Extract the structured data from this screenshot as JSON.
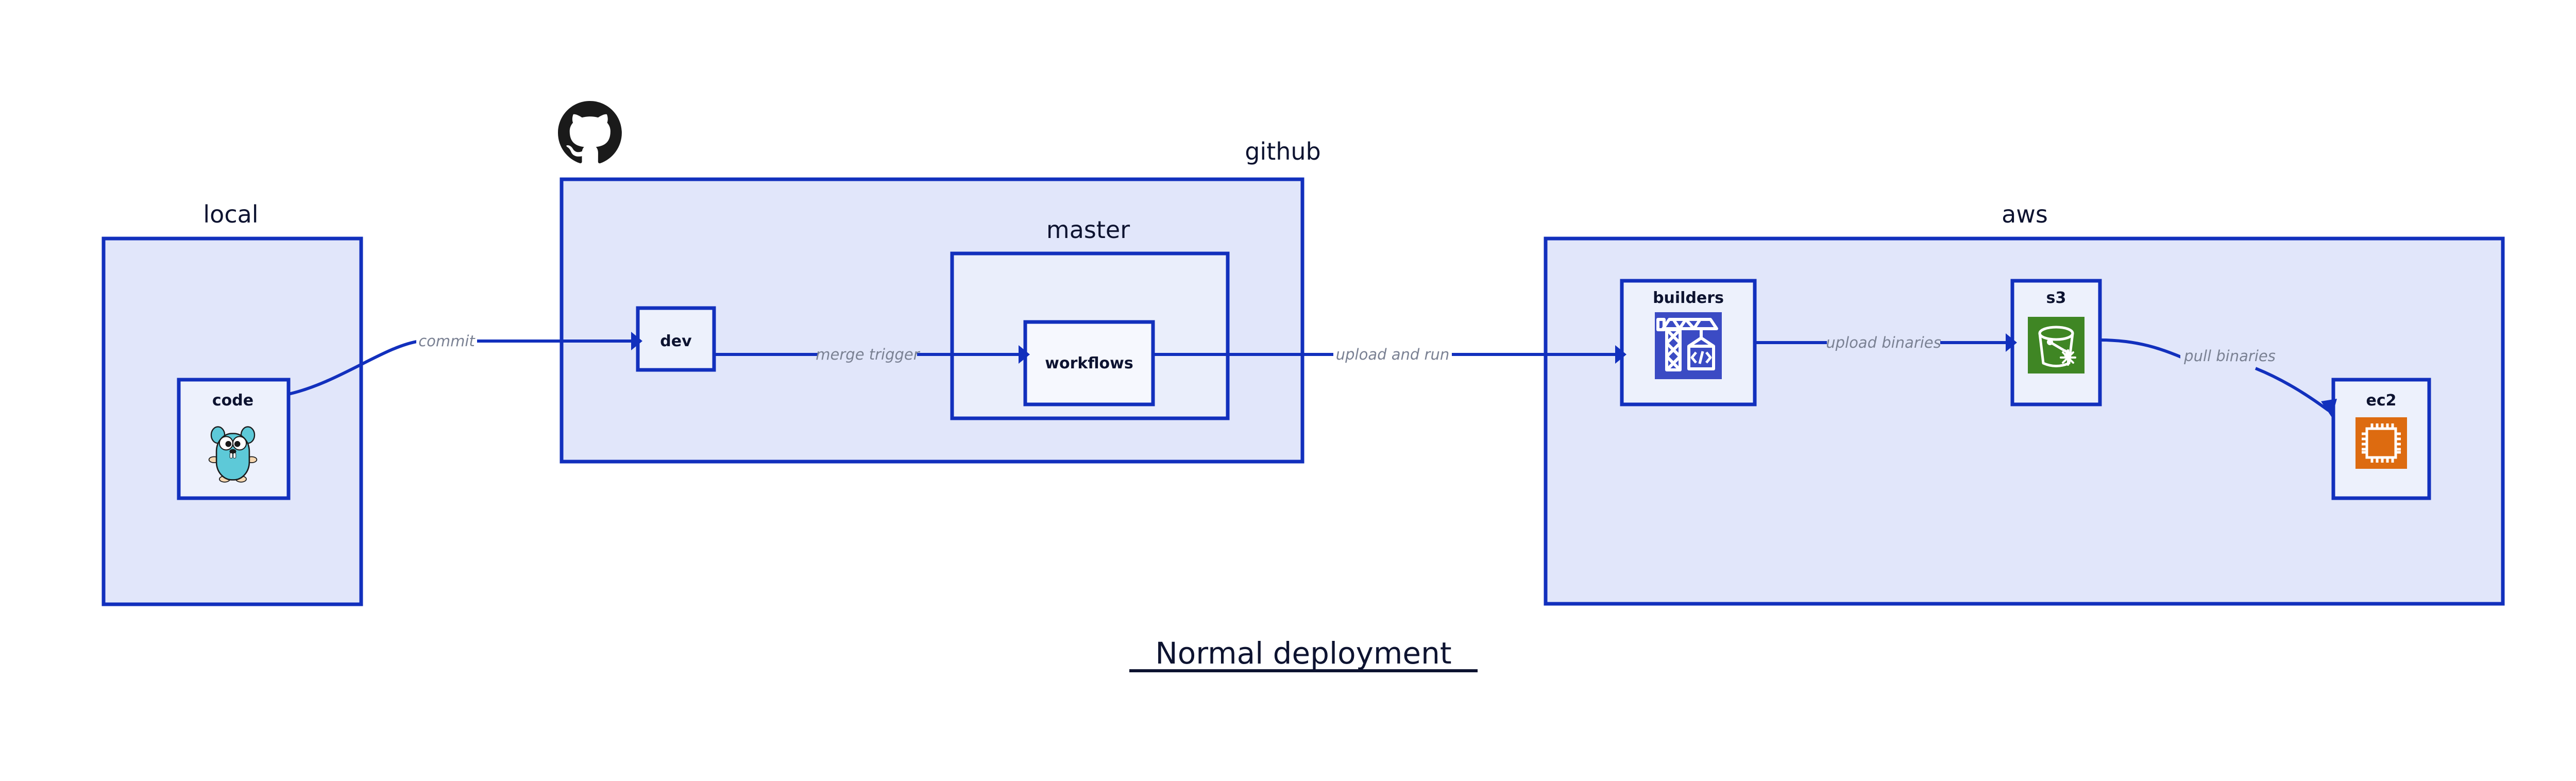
{
  "diagram": {
    "title": "Normal deployment",
    "background_color": "#ffffff",
    "accent_color": "#1230bd",
    "container_fill": "#e1e6fa",
    "node_fill": "#edf1fc",
    "label_color": "#0d1330",
    "edge_label_color": "#7a8193"
  },
  "groups": {
    "local": {
      "label": "local"
    },
    "github": {
      "label": "github"
    },
    "master": {
      "label": "master"
    },
    "aws": {
      "label": "aws"
    }
  },
  "nodes": {
    "code": {
      "label": "code",
      "icon": "go-gopher-icon"
    },
    "dev": {
      "label": "dev",
      "icon": "none"
    },
    "workflows": {
      "label": "workflows",
      "icon": "none"
    },
    "builders": {
      "label": "builders",
      "icon": "aws-codebuild-icon",
      "icon_color": "#3b4bc4"
    },
    "s3": {
      "label": "s3",
      "icon": "aws-s3-bucket-icon",
      "icon_color": "#3f8624"
    },
    "ec2": {
      "label": "ec2",
      "icon": "aws-ec2-chip-icon",
      "icon_color": "#dd6b10"
    }
  },
  "edges": [
    {
      "id": "commit",
      "label": "commit",
      "from": "code",
      "to": "dev"
    },
    {
      "id": "merge-trigger",
      "label": "merge trigger",
      "from": "dev",
      "to": "workflows"
    },
    {
      "id": "upload-and-run",
      "label": "upload and run",
      "from": "workflows",
      "to": "builders"
    },
    {
      "id": "upload-binaries",
      "label": "upload binaries",
      "from": "builders",
      "to": "s3"
    },
    {
      "id": "pull-binaries",
      "label": "pull binaries",
      "from": "s3",
      "to": "ec2"
    }
  ],
  "logos": {
    "github_octocat": {
      "name": "github-octocat-logo",
      "color": "#1a1a1a"
    }
  }
}
